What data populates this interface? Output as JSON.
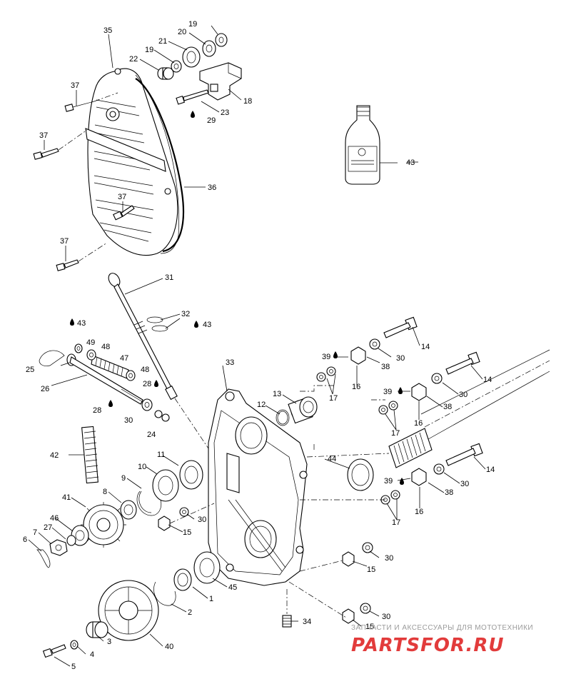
{
  "diagram": {
    "callouts": [
      {
        "id": "c35",
        "text": "35"
      },
      {
        "id": "c19a",
        "text": "19"
      },
      {
        "id": "c20",
        "text": "20"
      },
      {
        "id": "c21",
        "text": "21"
      },
      {
        "id": "c19b",
        "text": "19"
      },
      {
        "id": "c22",
        "text": "22"
      },
      {
        "id": "c18",
        "text": "18"
      },
      {
        "id": "c23",
        "text": "23"
      },
      {
        "id": "c29",
        "text": "29"
      },
      {
        "id": "c37a",
        "text": "37"
      },
      {
        "id": "c37b",
        "text": "37"
      },
      {
        "id": "c37c",
        "text": "37"
      },
      {
        "id": "c37d",
        "text": "37"
      },
      {
        "id": "c36",
        "text": "36"
      },
      {
        "id": "c43a",
        "text": "43"
      },
      {
        "id": "c31",
        "text": "31"
      },
      {
        "id": "c32",
        "text": "32"
      },
      {
        "id": "c43b",
        "text": "43"
      },
      {
        "id": "c43c",
        "text": "43"
      },
      {
        "id": "c49",
        "text": "49"
      },
      {
        "id": "c48a",
        "text": "48"
      },
      {
        "id": "c47",
        "text": "47"
      },
      {
        "id": "c48b",
        "text": "48"
      },
      {
        "id": "c25",
        "text": "25"
      },
      {
        "id": "c26",
        "text": "26"
      },
      {
        "id": "c28a",
        "text": "28"
      },
      {
        "id": "c28b",
        "text": "28"
      },
      {
        "id": "c30a",
        "text": "30"
      },
      {
        "id": "c24",
        "text": "24"
      },
      {
        "id": "c33",
        "text": "33"
      },
      {
        "id": "c13",
        "text": "13"
      },
      {
        "id": "c12",
        "text": "12"
      },
      {
        "id": "c42",
        "text": "42"
      },
      {
        "id": "c11",
        "text": "11"
      },
      {
        "id": "c10",
        "text": "10"
      },
      {
        "id": "c9",
        "text": "9"
      },
      {
        "id": "c8",
        "text": "8"
      },
      {
        "id": "c41",
        "text": "41"
      },
      {
        "id": "c46",
        "text": "46"
      },
      {
        "id": "c27",
        "text": "27"
      },
      {
        "id": "c7",
        "text": "7"
      },
      {
        "id": "c6",
        "text": "6"
      },
      {
        "id": "c30b",
        "text": "30"
      },
      {
        "id": "c15a",
        "text": "15"
      },
      {
        "id": "c44",
        "text": "44"
      },
      {
        "id": "c39a",
        "text": "39"
      },
      {
        "id": "c38a",
        "text": "38"
      },
      {
        "id": "c16a",
        "text": "16"
      },
      {
        "id": "c30c",
        "text": "30"
      },
      {
        "id": "c14a",
        "text": "14"
      },
      {
        "id": "c17a",
        "text": "17"
      },
      {
        "id": "c14b",
        "text": "14"
      },
      {
        "id": "c39b",
        "text": "39"
      },
      {
        "id": "c30d",
        "text": "30"
      },
      {
        "id": "c38b",
        "text": "38"
      },
      {
        "id": "c16b",
        "text": "16"
      },
      {
        "id": "c17b",
        "text": "17"
      },
      {
        "id": "c14c",
        "text": "14"
      },
      {
        "id": "c39c",
        "text": "39"
      },
      {
        "id": "c30e",
        "text": "30"
      },
      {
        "id": "c38c",
        "text": "38"
      },
      {
        "id": "c16c",
        "text": "16"
      },
      {
        "id": "c17c",
        "text": "17"
      },
      {
        "id": "c30f",
        "text": "30"
      },
      {
        "id": "c15b",
        "text": "15"
      },
      {
        "id": "c45",
        "text": "45"
      },
      {
        "id": "c1",
        "text": "1"
      },
      {
        "id": "c2",
        "text": "2"
      },
      {
        "id": "c3",
        "text": "3"
      },
      {
        "id": "c40",
        "text": "40"
      },
      {
        "id": "c4",
        "text": "4"
      },
      {
        "id": "c5",
        "text": "5"
      },
      {
        "id": "c34",
        "text": "34"
      },
      {
        "id": "c30g",
        "text": "30"
      },
      {
        "id": "c15c",
        "text": "15"
      }
    ]
  },
  "watermark": {
    "tagline": "ЗАПЧАСТИ И АКСЕССУАРЫ ДЛЯ МОТОТЕХНИКИ",
    "brand": "PARTSFOR.RU"
  }
}
